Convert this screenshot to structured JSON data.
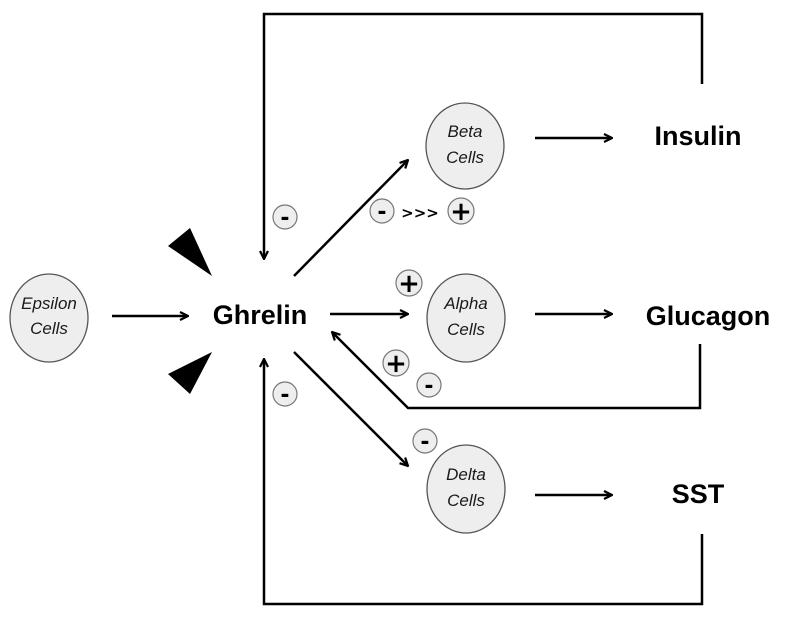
{
  "cells": {
    "epsilon": [
      "Epsilon",
      "Cells"
    ],
    "beta": [
      "Beta",
      "Cells"
    ],
    "alpha": [
      "Alpha",
      "Cells"
    ],
    "delta": [
      "Delta",
      "Cells"
    ]
  },
  "hormones": {
    "ghrelin": "Ghrelin",
    "insulin": "Insulin",
    "glucagon": "Glucagon",
    "sst": "SST"
  },
  "signs": {
    "insulin_feedback": "-",
    "beta_effect_start": "-",
    "beta_effect_arrow": ">>>",
    "beta_effect_end": "+",
    "alpha_effect": "+",
    "glucagon_feedback_plus": "+",
    "glucagon_feedback_minus": "-",
    "delta_effect": "-",
    "sst_feedback": "-"
  },
  "colors": {
    "cell_fill": "#eeeeee",
    "stroke": "#000000"
  }
}
